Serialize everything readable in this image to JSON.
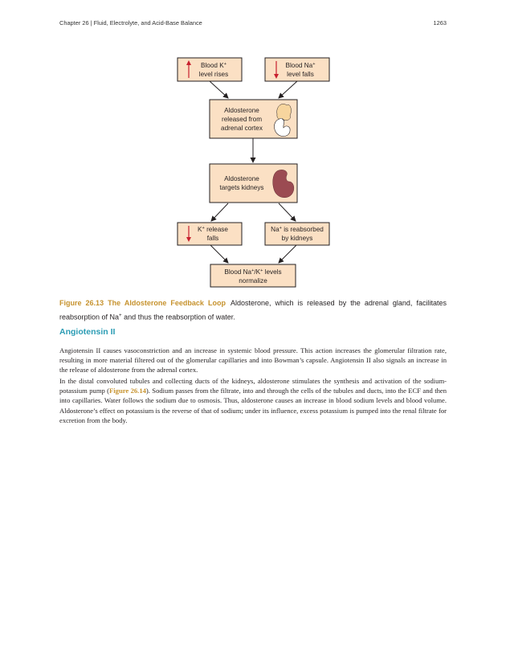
{
  "header": {
    "chapter": "Chapter 26 | Fluid, Electrolyte, and Acid-Base Balance",
    "page_number": "1263"
  },
  "diagram": {
    "box_k_rises": {
      "line1_pre": "Blood K",
      "line1_sup": "+",
      "line2": "level rises"
    },
    "box_na_falls": {
      "line1_pre": "Blood Na",
      "line1_sup": "+",
      "line2": "level falls"
    },
    "box_aldo_released": {
      "line1": "Aldosterone",
      "line2": "released from",
      "line3": "adrenal cortex"
    },
    "box_aldo_targets": {
      "line1": "Aldosterone",
      "line2": "targets kidneys"
    },
    "box_k_release": {
      "line1_pre": "K",
      "line1_sup": "+",
      "line1_post": " release",
      "line2": "falls"
    },
    "box_na_reabsorbed": {
      "line1_pre": "Na",
      "line1_sup": "+",
      "line1_post": " is reabsorbed",
      "line2": "by kidneys"
    },
    "box_normalize": {
      "line1_pre": "Blood Na",
      "line1_sup1": "+",
      "line1_mid": "/K",
      "line1_sup2": "+",
      "line1_post": " levels",
      "line2": "normalize"
    },
    "colors": {
      "box_fill": "#fbe0c4",
      "indicator_arrow": "#c8202f",
      "kidney": "#9b4b52",
      "adrenal_gland": "#f7d59e"
    }
  },
  "caption": {
    "label": "Figure 26.13 The Aldosterone Feedback Loop",
    "text_pre": "Aldosterone, which is released by the adrenal gland, facilitates reabsorption of Na",
    "text_sup": "+",
    "text_post": " and thus the reabsorption of water."
  },
  "section": {
    "heading": "Angiotensin II",
    "paragraph1": "Angiotensin II causes vasoconstriction and an increase in systemic blood pressure. This action increases the glomerular filtration rate, resulting in more material filtered out of the glomerular capillaries and into Bowman’s capsule. Angiotensin II also signals an increase in the release of aldosterone from the adrenal cortex.",
    "paragraph2_pre": "In the distal convoluted tubules and collecting ducts of the kidneys, aldosterone stimulates the synthesis and activation of the sodium-potassium pump (",
    "paragraph2_link": "Figure 26.14",
    "paragraph2_post": "). Sodium passes from the filtrate, into and through the cells of the tubules and ducts, into the ECF and then into capillaries. Water follows the sodium due to osmosis. Thus, aldosterone causes an increase in blood sodium levels and blood volume. Aldosterone’s effect on potassium is the reverse of that of sodium; under its influence, excess potassium is pumped into the renal filtrate for excretion from the body."
  }
}
